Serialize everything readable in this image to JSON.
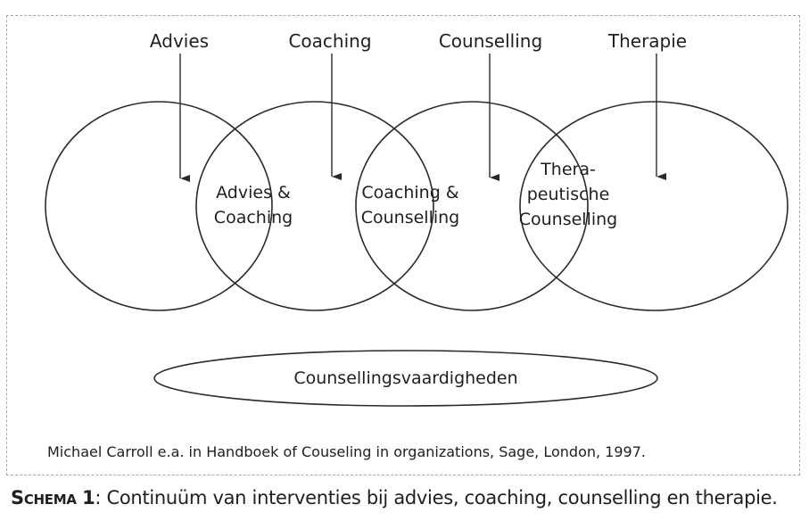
{
  "diagram": {
    "top_labels": [
      "Advies",
      "Coaching",
      "Counselling",
      "Therapie"
    ],
    "overlap_labels": [
      [
        "Advies &",
        "Coaching"
      ],
      [
        "Coaching &",
        "Counselling"
      ],
      [
        "Thera-",
        "peutische",
        "Counselling"
      ]
    ],
    "base_label": "Counsellingsvaardigheden",
    "source": "Michael Carroll e.a. in Handboek of Couseling in organizations, Sage, London, 1997.",
    "colors": {
      "stroke": "#2a2a2a",
      "text": "#1f1f1f",
      "frame": "#a8a8a8"
    }
  },
  "caption": {
    "label": "Schema",
    "number": "1",
    "text": ": Continuüm van interventies bij advies, coaching, counselling en therapie."
  }
}
